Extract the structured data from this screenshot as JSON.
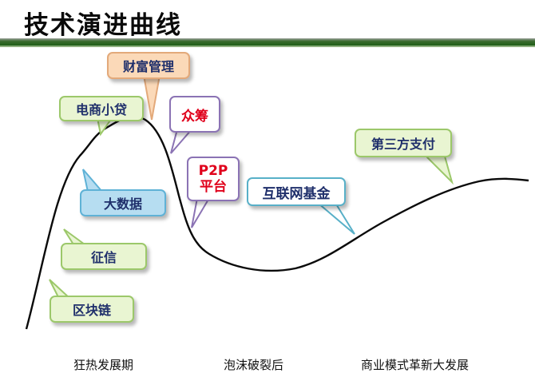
{
  "title": "技术演进曲线",
  "stages": [
    "狂热发展期",
    "泡沫破裂后",
    "商业模式革新大发展"
  ],
  "callouts": {
    "wealth_management": "财富管理",
    "ecommerce_microloan": "电商小贷",
    "crowdfunding": "众筹",
    "p2p_platform_line1": "P2P",
    "p2p_platform_line2": "平台",
    "internet_fund": "互联网基金",
    "third_party_payment": "第三方支付",
    "big_data": "大数据",
    "credit_reporting": "征信",
    "blockchain": "区块链"
  },
  "colors": {
    "green_fill": "#e9f5d2",
    "green_border": "#9cc86a",
    "orange_fill": "#fbd9b8",
    "orange_border": "#e3a97a",
    "purple_border": "#8b73b4",
    "blue_fill": "#b6ddf1",
    "blue_border": "#5fb2d6",
    "teal_border": "#58b0c8",
    "red_text": "#e0001b",
    "title_bar": "#2e6a25"
  }
}
